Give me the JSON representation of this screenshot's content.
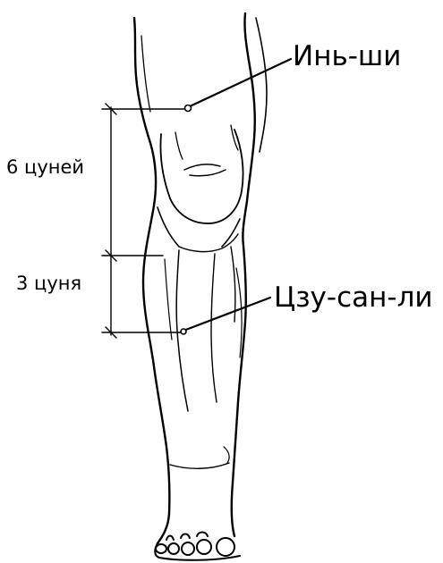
{
  "figure": {
    "labels": {
      "point_upper": "Инь-ши",
      "point_lower": "Цзу-сан-ли",
      "dim_upper": "6 цуней",
      "dim_lower": "3 цуня"
    },
    "colors": {
      "ink": "#000000",
      "background": "#ffffff"
    }
  }
}
